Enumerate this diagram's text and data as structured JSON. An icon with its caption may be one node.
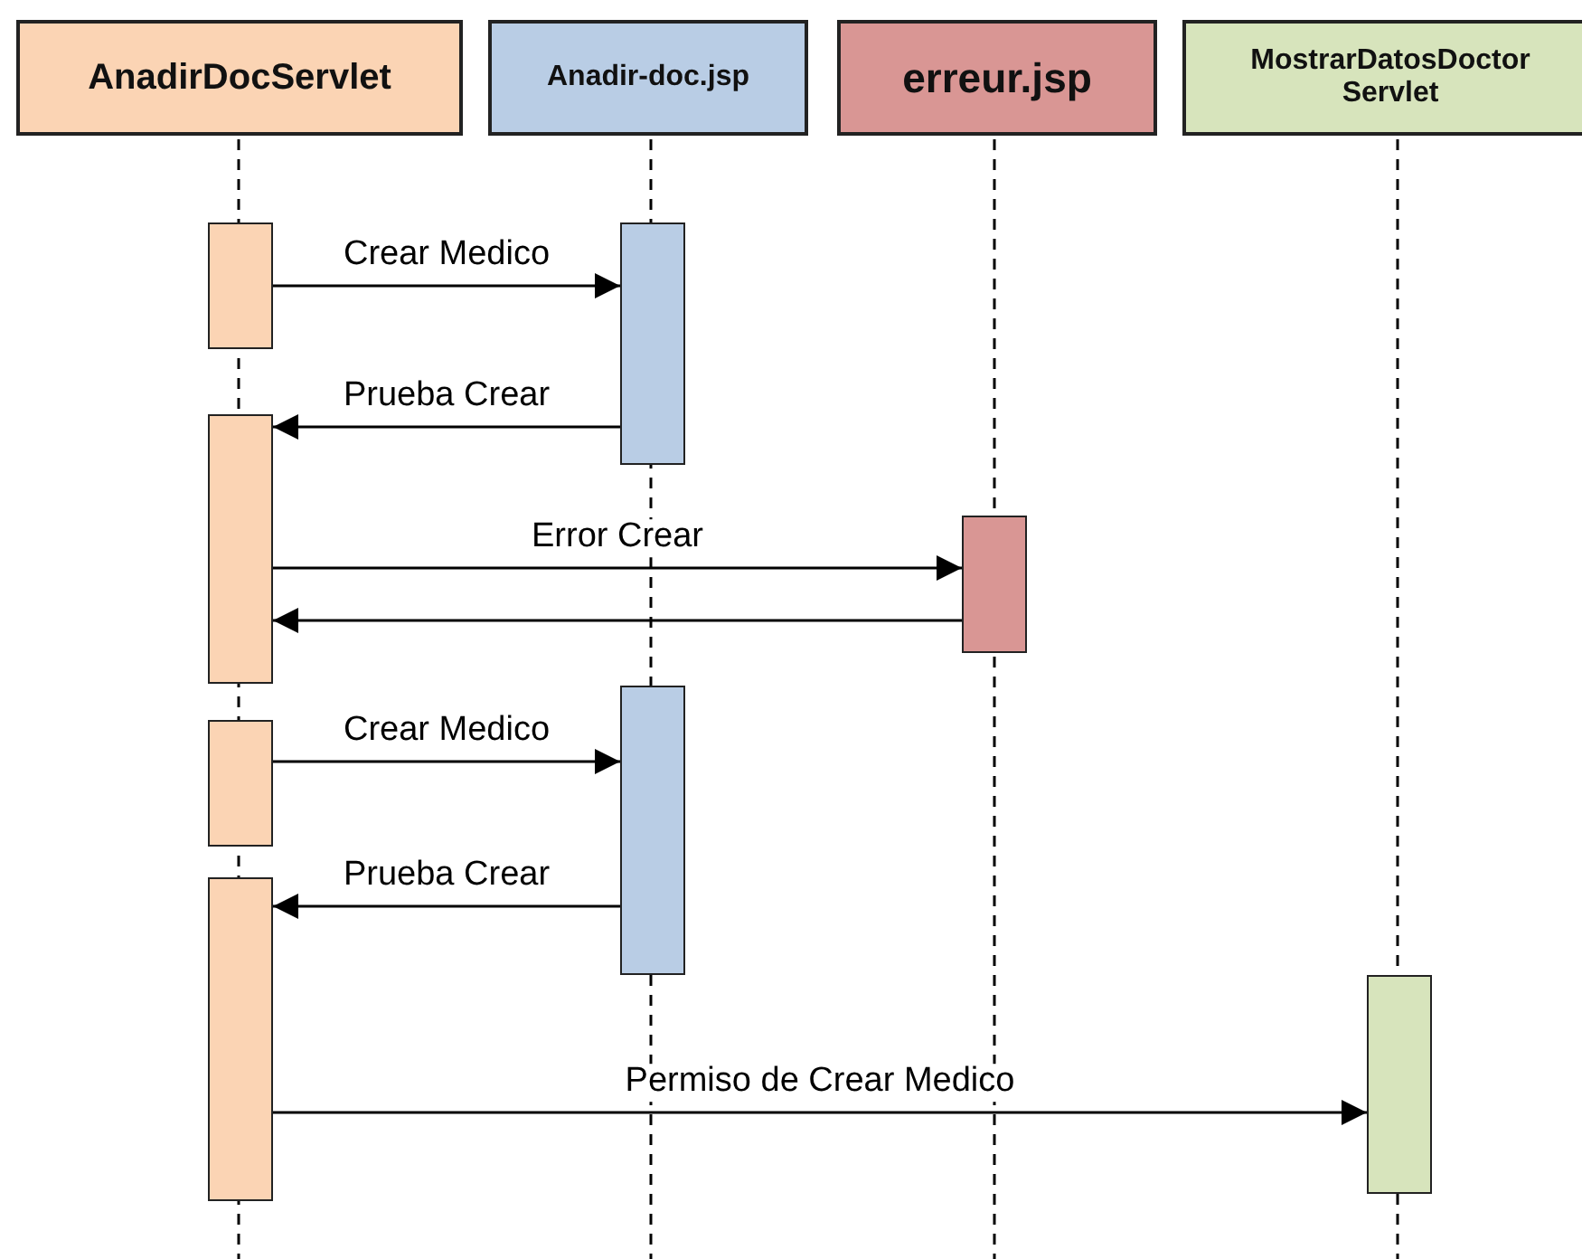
{
  "diagram": {
    "nodes": [
      {
        "text": [
          "AnadirDocServlet"
        ]
      },
      {
        "text": [
          "Anadir-doc.jsp"
        ]
      },
      {
        "text": [
          "erreur.jsp"
        ]
      },
      {
        "text": [
          "MostrarDatosDoctor Servlet"
        ]
      },
      {
        "text": [],
        "shape": "bar"
      },
      {
        "text": [],
        "shape": "bar"
      },
      {
        "text": [],
        "shape": "bar"
      },
      {
        "text": [],
        "shape": "bar"
      },
      {
        "text": [],
        "shape": "bar"
      },
      {
        "text": [],
        "shape": "bar"
      },
      {
        "text": [],
        "shape": "bar"
      },
      {
        "text": [],
        "shape": "bar"
      }
    ],
    "edges": [
      {
        "from": 4,
        "to": 8,
        "arrow": "to",
        "label": "Crear Medico"
      },
      {
        "from": 8,
        "to": 5,
        "arrow": "to",
        "label": "Prueba Crear"
      },
      {
        "from": 5,
        "to": 10,
        "arrow": "to",
        "label": "Error Crear"
      },
      {
        "from": 10,
        "to": 5,
        "arrow": "to"
      },
      {
        "from": 6,
        "to": 9,
        "arrow": "to",
        "label": "Crear Medico"
      },
      {
        "from": 9,
        "to": 7,
        "arrow": "to",
        "label": "Prueba Crear"
      },
      {
        "from": 7,
        "to": 11,
        "arrow": "to",
        "label": "Permiso de Crear Medico"
      }
    ]
  }
}
